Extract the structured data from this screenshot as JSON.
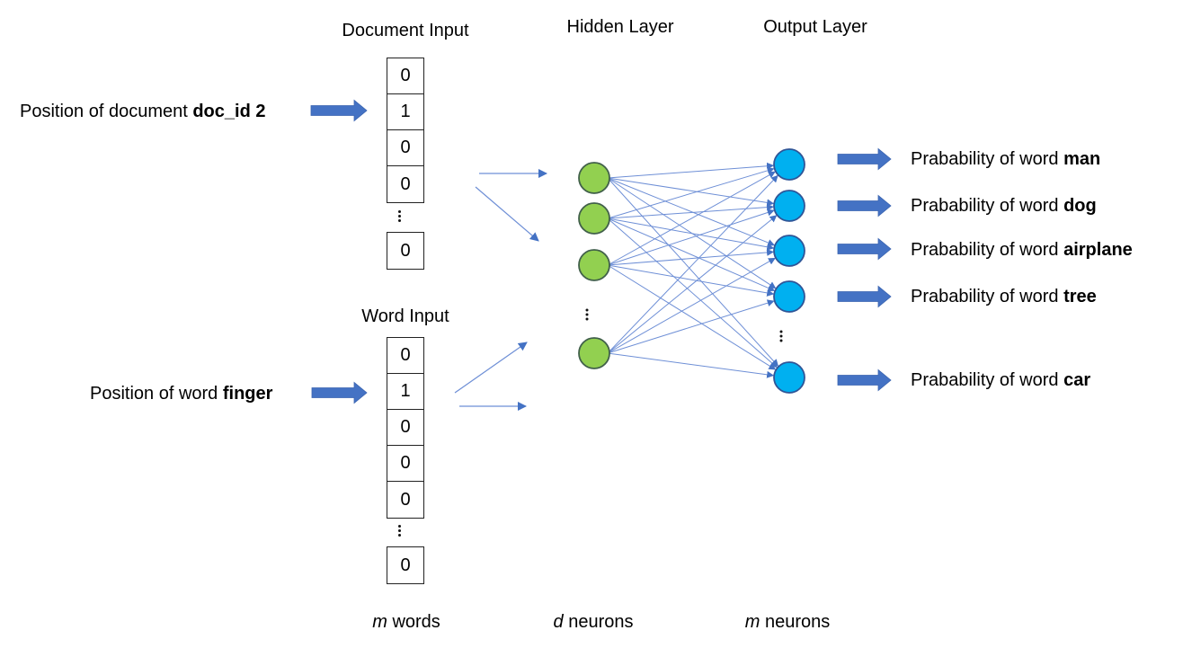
{
  "headers": {
    "document_input": "Document Input",
    "hidden_layer": "Hidden Layer",
    "output_layer": "Output Layer",
    "word_input": "Word Input"
  },
  "inputs": {
    "document": {
      "label_prefix": "Position of document ",
      "label_bold": "doc_id 2",
      "values": [
        "0",
        "1",
        "0",
        "0"
      ],
      "last_value": "0"
    },
    "word": {
      "label_prefix": "Position of word ",
      "label_bold": "finger",
      "values": [
        "0",
        "1",
        "0",
        "0",
        "0"
      ],
      "last_value": "0"
    }
  },
  "outputs": [
    {
      "prefix": "Prabability of word ",
      "word": "man"
    },
    {
      "prefix": "Prabability of word ",
      "word": "dog"
    },
    {
      "prefix": "Prabability of word ",
      "word": "airplane"
    },
    {
      "prefix": "Prabability of word ",
      "word": "tree"
    },
    {
      "prefix": "Prabability of word ",
      "word": "car"
    }
  ],
  "footers": {
    "input": {
      "var": "m",
      "text": " words"
    },
    "hidden": {
      "var": "d",
      "text": " neurons"
    },
    "output": {
      "var": "m",
      "text": " neurons"
    }
  },
  "network": {
    "hidden_visible_nodes": 4,
    "output_visible_nodes": 5,
    "fully_connected": true
  },
  "colors": {
    "arrow": "#4472C4",
    "connection": "#6E8FD6",
    "hidden_fill": "#92D050",
    "hidden_stroke": "#41604A",
    "output_fill": "#00B0F0",
    "output_stroke": "#2F5597"
  }
}
